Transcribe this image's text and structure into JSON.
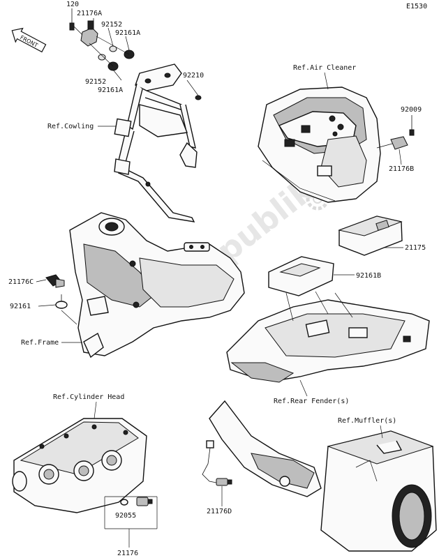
{
  "diagram_code": "E1530",
  "watermark": "PartsRepublik",
  "front_arrow": "FRONT",
  "labels": {
    "p120": "120",
    "p21176A": "21176A",
    "p92152_top": "92152",
    "p92161A_top": "92161A",
    "p92152_bot": "92152",
    "p92161A_bot": "92161A",
    "p92210": "92210",
    "ref_cowling": "Ref.Cowling",
    "ref_air_cleaner": "Ref.Air Cleaner",
    "p92009": "92009",
    "p21176B": "21176B",
    "p21175": "21175",
    "p92161B": "92161B",
    "p21176C": "21176C",
    "p92161": "92161",
    "ref_frame": "Ref.Frame",
    "ref_rear_fender": "Ref.Rear Fender(s)",
    "ref_cylinder_head": "Ref.Cylinder Head",
    "ref_muffler": "Ref.Muffler(s)",
    "p21176D": "21176D",
    "p92055": "92055",
    "p21176": "21176"
  }
}
